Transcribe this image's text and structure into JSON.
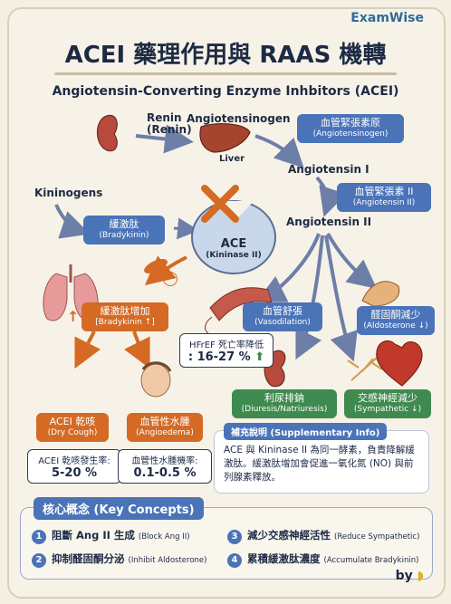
{
  "brand": "ExamWise",
  "title": "ACEI 藥理作用與 RAAS 機轉",
  "subtitle": "Angiotensin-Converting Enzyme Inhbitors (ACEI)",
  "renin": {
    "line1": "Renin",
    "line2": "(Renin)"
  },
  "angiotensinogen": "Angiotensinogen",
  "liver": "Liver",
  "tag_angiotensinogen": {
    "zh": "血管緊張素原",
    "en": "(Angiotensinogen)"
  },
  "angiotensin1": "Angiotensin I",
  "tag_angiotensin2": {
    "zh": "血管緊張素 II",
    "en": "(Angiotensin II)"
  },
  "angiotensin2": "Angiotensin II",
  "kininogens": "Kininogens",
  "tag_bradykinin": {
    "zh": "緩激肽",
    "en": "(Bradykinin)"
  },
  "ace": {
    "name": "ACE",
    "sub": "(Kininase II)"
  },
  "minus": "−",
  "bradykinin_up": {
    "zh": "緩激肽增加",
    "en": "[Bradykinin ↑]"
  },
  "vasodilation": {
    "zh": "血管舒張",
    "en": "(Vasodilation)"
  },
  "aldosterone": {
    "zh": "醛固酮減少",
    "en": "(Aldosterone ↓)"
  },
  "hfref": {
    "label": "HFrEF 死亡率降低",
    "value": ": 16-27 %"
  },
  "cough": {
    "zh": "ACEI 乾咳",
    "en": "(Dry Cough)"
  },
  "angioedema": {
    "zh": "血管性水腫",
    "en": "(Angioedema)"
  },
  "cough_rate": {
    "label": "ACEI 乾咳發生率:",
    "value": "5-20 %"
  },
  "angioedema_rate": {
    "label": "血管性水腫機率:",
    "value": "0.1-0.5 %"
  },
  "diuresis": {
    "zh": "利尿排鈉",
    "en": "(Diuresis/Natriuresis)"
  },
  "sympathetic": {
    "zh": "交感神經減少",
    "en": "(Sympathetic ↓)"
  },
  "supplementary": {
    "head": "補充說明 (Supplementary Info)",
    "body": "ACE 與 Kininase II 為同一酵素，負責降解緩激肽。緩激肽增加會促進一氧化氮 (NO) 與前列腺素釋放。"
  },
  "key_concepts": {
    "head": "核心概念 (Key Concepts)",
    "items": [
      {
        "num": "1",
        "zh": "阻斷 Ang II 生成",
        "en": "(Block Ang II)"
      },
      {
        "num": "2",
        "zh": "抑制醛固酮分泌",
        "en": "(Inhibit Aldosterone)"
      },
      {
        "num": "3",
        "zh": "減少交感神經活性",
        "en": "(Reduce Sympathetic)"
      },
      {
        "num": "4",
        "zh": "累積緩激肽濃度",
        "en": "(Accumulate Bradykinin)"
      }
    ]
  },
  "byline": "by",
  "colors": {
    "blue": "#4a73b8",
    "green": "#3f8a4f",
    "orange": "#d46a24"
  }
}
